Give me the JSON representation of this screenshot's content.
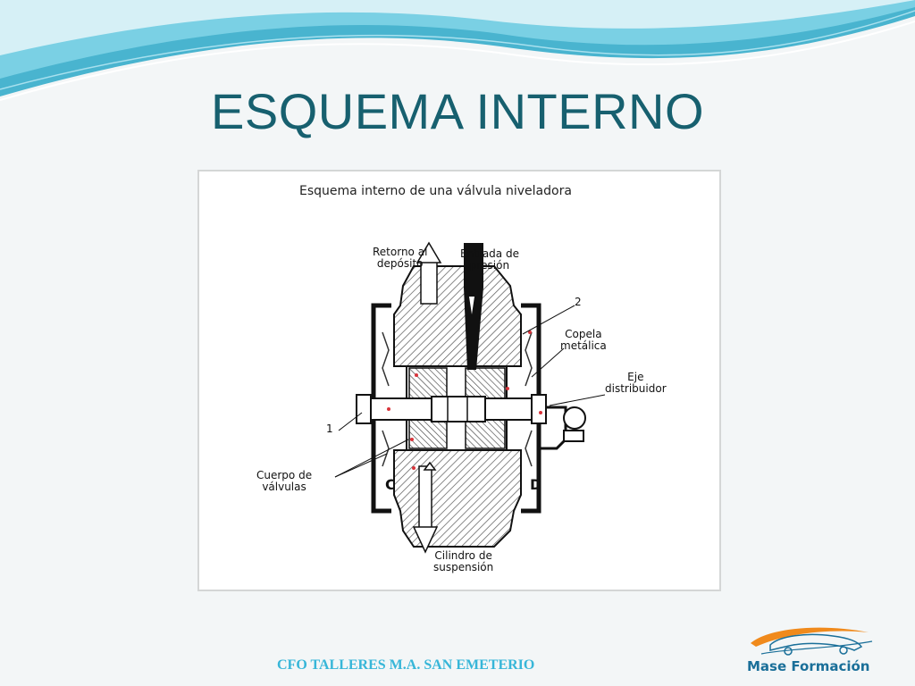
{
  "slide": {
    "title": "ESQUEMA INTERNO",
    "footer": "CFO TALLERES M.A. SAN EMETERIO"
  },
  "figure": {
    "title": "Esquema interno de una válvula niveladora",
    "labels": {
      "retorno": "Retorno al\ndepósito",
      "entrada": "Entrada de\npresión",
      "num2": "2",
      "copela": "Copela\nmetálica",
      "eje": "Eje\ndistribuidor",
      "num1": "1",
      "cuerpo": "Cuerpo de\nválvulas",
      "c": "C",
      "d": "D",
      "cilindro": "Cilindro de\nsuspensión"
    }
  },
  "logo": {
    "text": "Mase Formación",
    "colors": {
      "orange": "#f08a1c",
      "blue": "#1a6f99"
    }
  },
  "theme": {
    "title_color": "#17606f",
    "footer_color": "#37b6d8",
    "wave_colors": [
      "#2aa8c8",
      "#7fd3e6",
      "#bfe8f1"
    ]
  }
}
